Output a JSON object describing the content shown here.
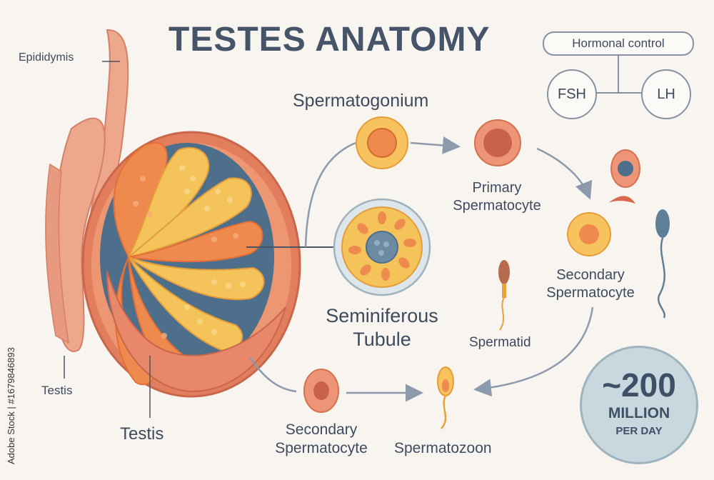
{
  "title": "TESTES ANATOMY",
  "hormonal": {
    "label": "Hormonal control",
    "fsh": "FSH",
    "lh": "LH"
  },
  "labels": {
    "epididymis": "Epididymis",
    "testis_small": "Testis",
    "testis_large": "Testis",
    "spermatogonium": "Spermatogonium",
    "primary_1": "Primary",
    "primary_2": "Spermatocyte",
    "secondary_right_1": "Secondary",
    "secondary_right_2": "Spermatocyte",
    "tubule_1": "Seminiferous",
    "tubule_2": "Tubule",
    "spermatid": "Spermatid",
    "secondary_bottom_1": "Secondary",
    "secondary_bottom_2": "Spermatocyte",
    "spermatozoon": "Spermatozoon"
  },
  "production": {
    "value": "~200",
    "unit": "MILLION",
    "rate": "PER DAY"
  },
  "credit": "Adobe Stock | #1679846893",
  "colors": {
    "background": "#f8f5f0",
    "text": "#3e4b5e",
    "tissue": "#e8967a",
    "tubule_yellow": "#f4c35a",
    "tubule_orange": "#ef8a4e",
    "septa_blue": "#4d6f8c",
    "line": "#8d9aab"
  }
}
